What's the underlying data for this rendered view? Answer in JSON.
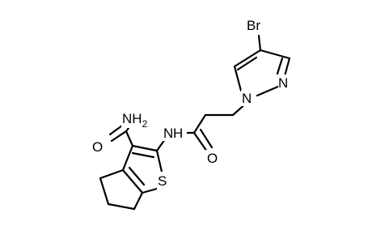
{
  "atoms": {
    "br": "Br",
    "n_pyrazole_1": "N",
    "n_pyrazole_2": "N",
    "n_amide": "N",
    "h_amide": "H",
    "nh2": "NH",
    "nh2_sub": "2",
    "o_carboxamide": "O",
    "o_amide": "O",
    "s_thiophene": "S"
  },
  "colors": {
    "bond": "#000000",
    "label": "#000000",
    "background": "#ffffff"
  }
}
